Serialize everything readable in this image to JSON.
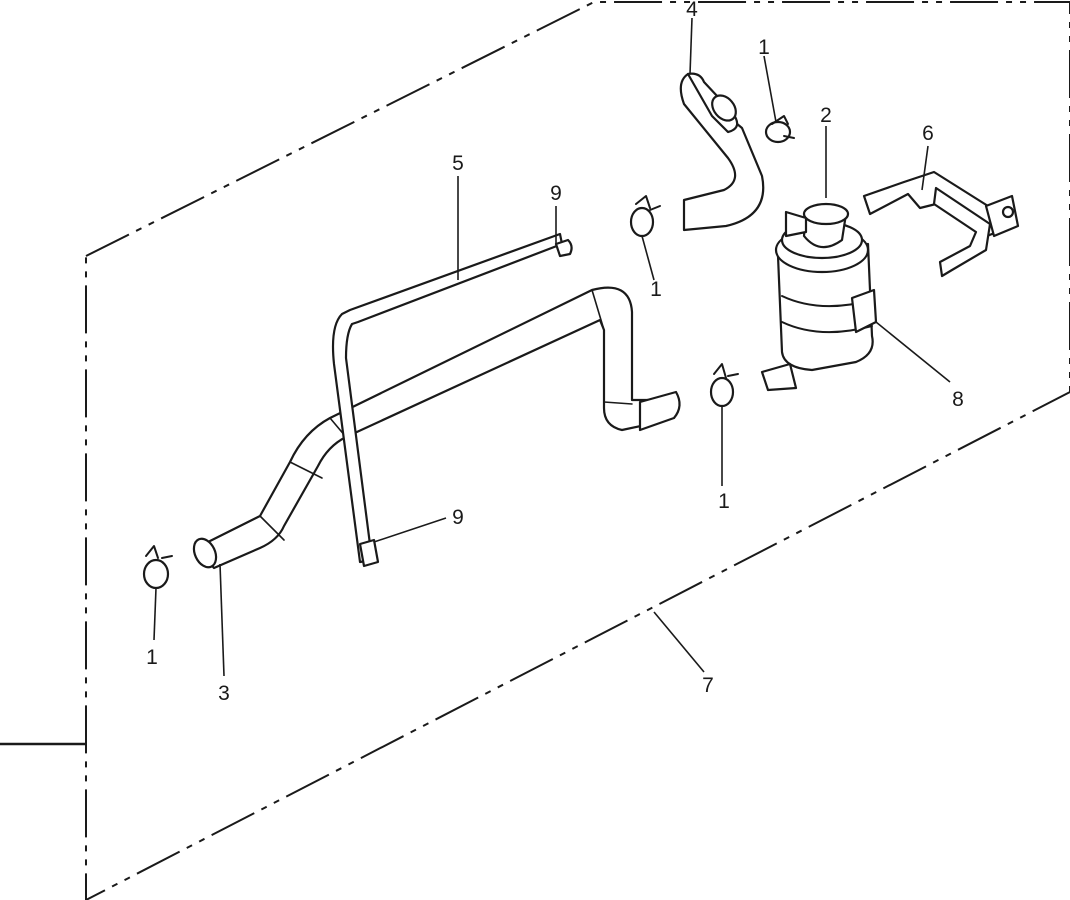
{
  "callouts": {
    "clamp_a": "1",
    "clamp_b": "1",
    "clamp_c": "1",
    "clamp_d": "1",
    "separator": "2",
    "lower_hose": "3",
    "upper_hose": "4",
    "vent_tube": "5",
    "bracket": "6",
    "kit": "7",
    "strap": "8",
    "fitting_top": "9",
    "fitting_bottom": "9"
  }
}
